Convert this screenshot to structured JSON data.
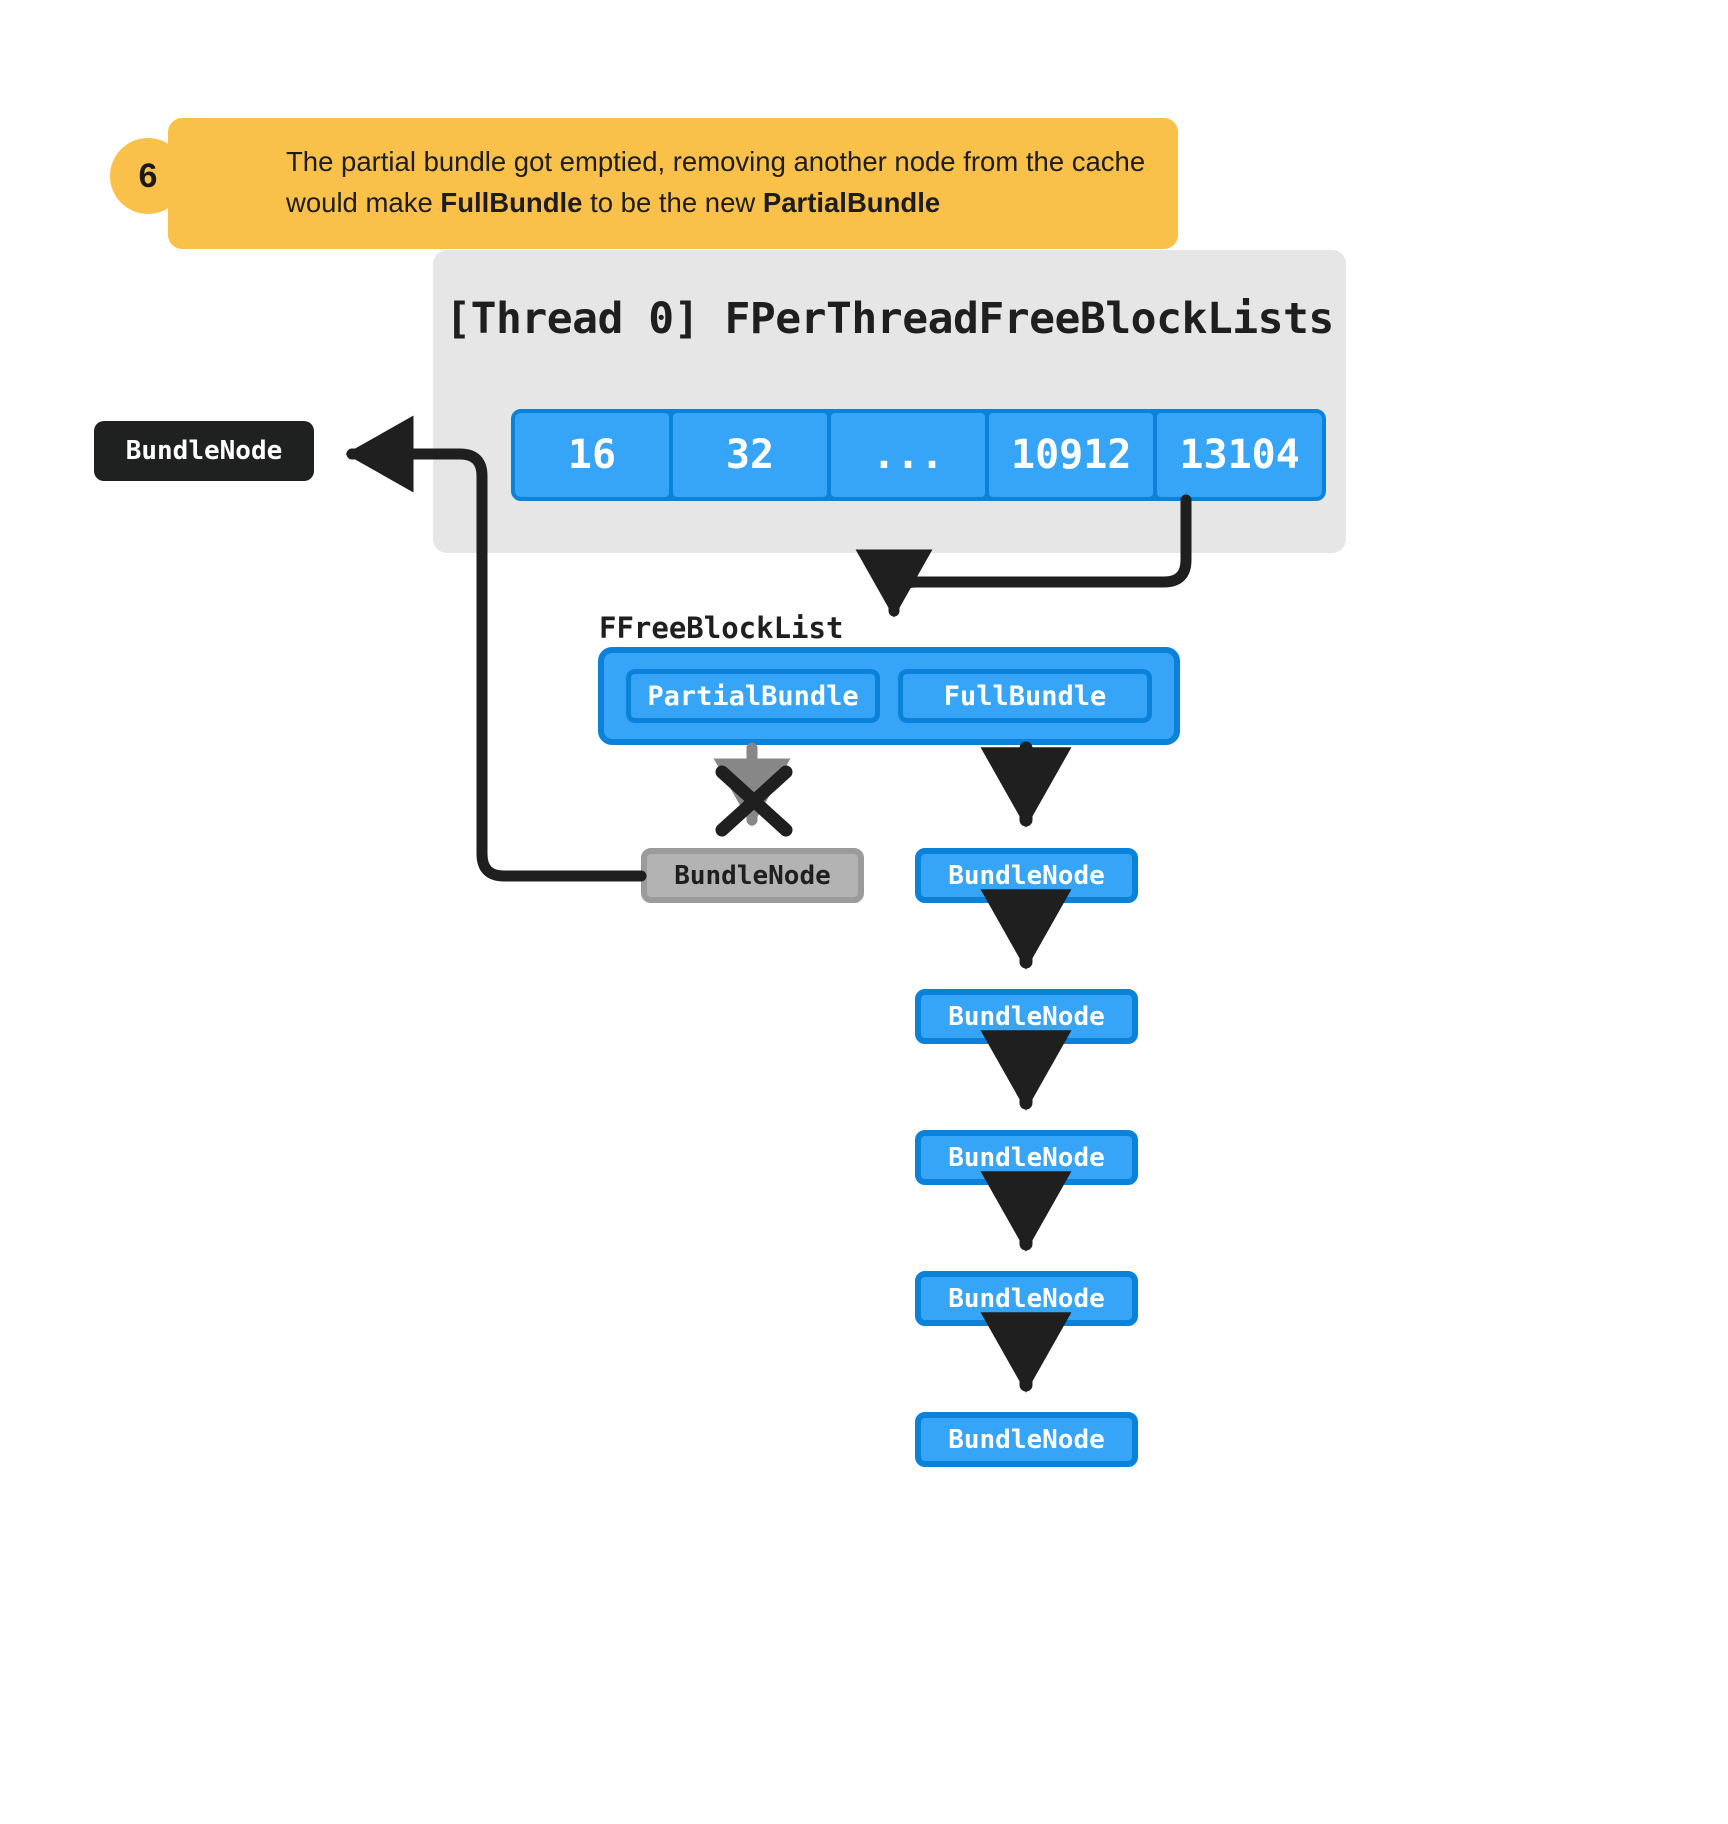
{
  "callout": {
    "number": "6",
    "text_part1": "The partial bundle got emptied, removing another node from the cache would make ",
    "bold1": "FullBundle",
    "text_part2": " to be the new ",
    "bold2": "PartialBundle"
  },
  "panel": {
    "title": "[Thread 0] FPerThreadFreeBlockLists",
    "array_cells": [
      "16",
      "32",
      "...",
      "10912",
      "13104"
    ]
  },
  "cached_node": {
    "label": "BundleNode"
  },
  "free_block_list": {
    "label": "FFreeBlockList",
    "slots": [
      {
        "label": "PartialBundle"
      },
      {
        "label": "FullBundle"
      }
    ]
  },
  "removed_node": {
    "label": "BundleNode"
  },
  "full_bundle_chain": [
    {
      "label": "BundleNode"
    },
    {
      "label": "BundleNode"
    },
    {
      "label": "BundleNode"
    },
    {
      "label": "BundleNode"
    },
    {
      "label": "BundleNode"
    }
  ],
  "colors": {
    "accent_blue": "#36a4f7",
    "accent_blue_dark": "#0b82da",
    "callout_yellow": "#fac14a",
    "panel_gray": "#e6e6e6",
    "node_gray": "#b3b3b3",
    "node_dark": "#1f2020",
    "wire": "#1f1f1f"
  }
}
